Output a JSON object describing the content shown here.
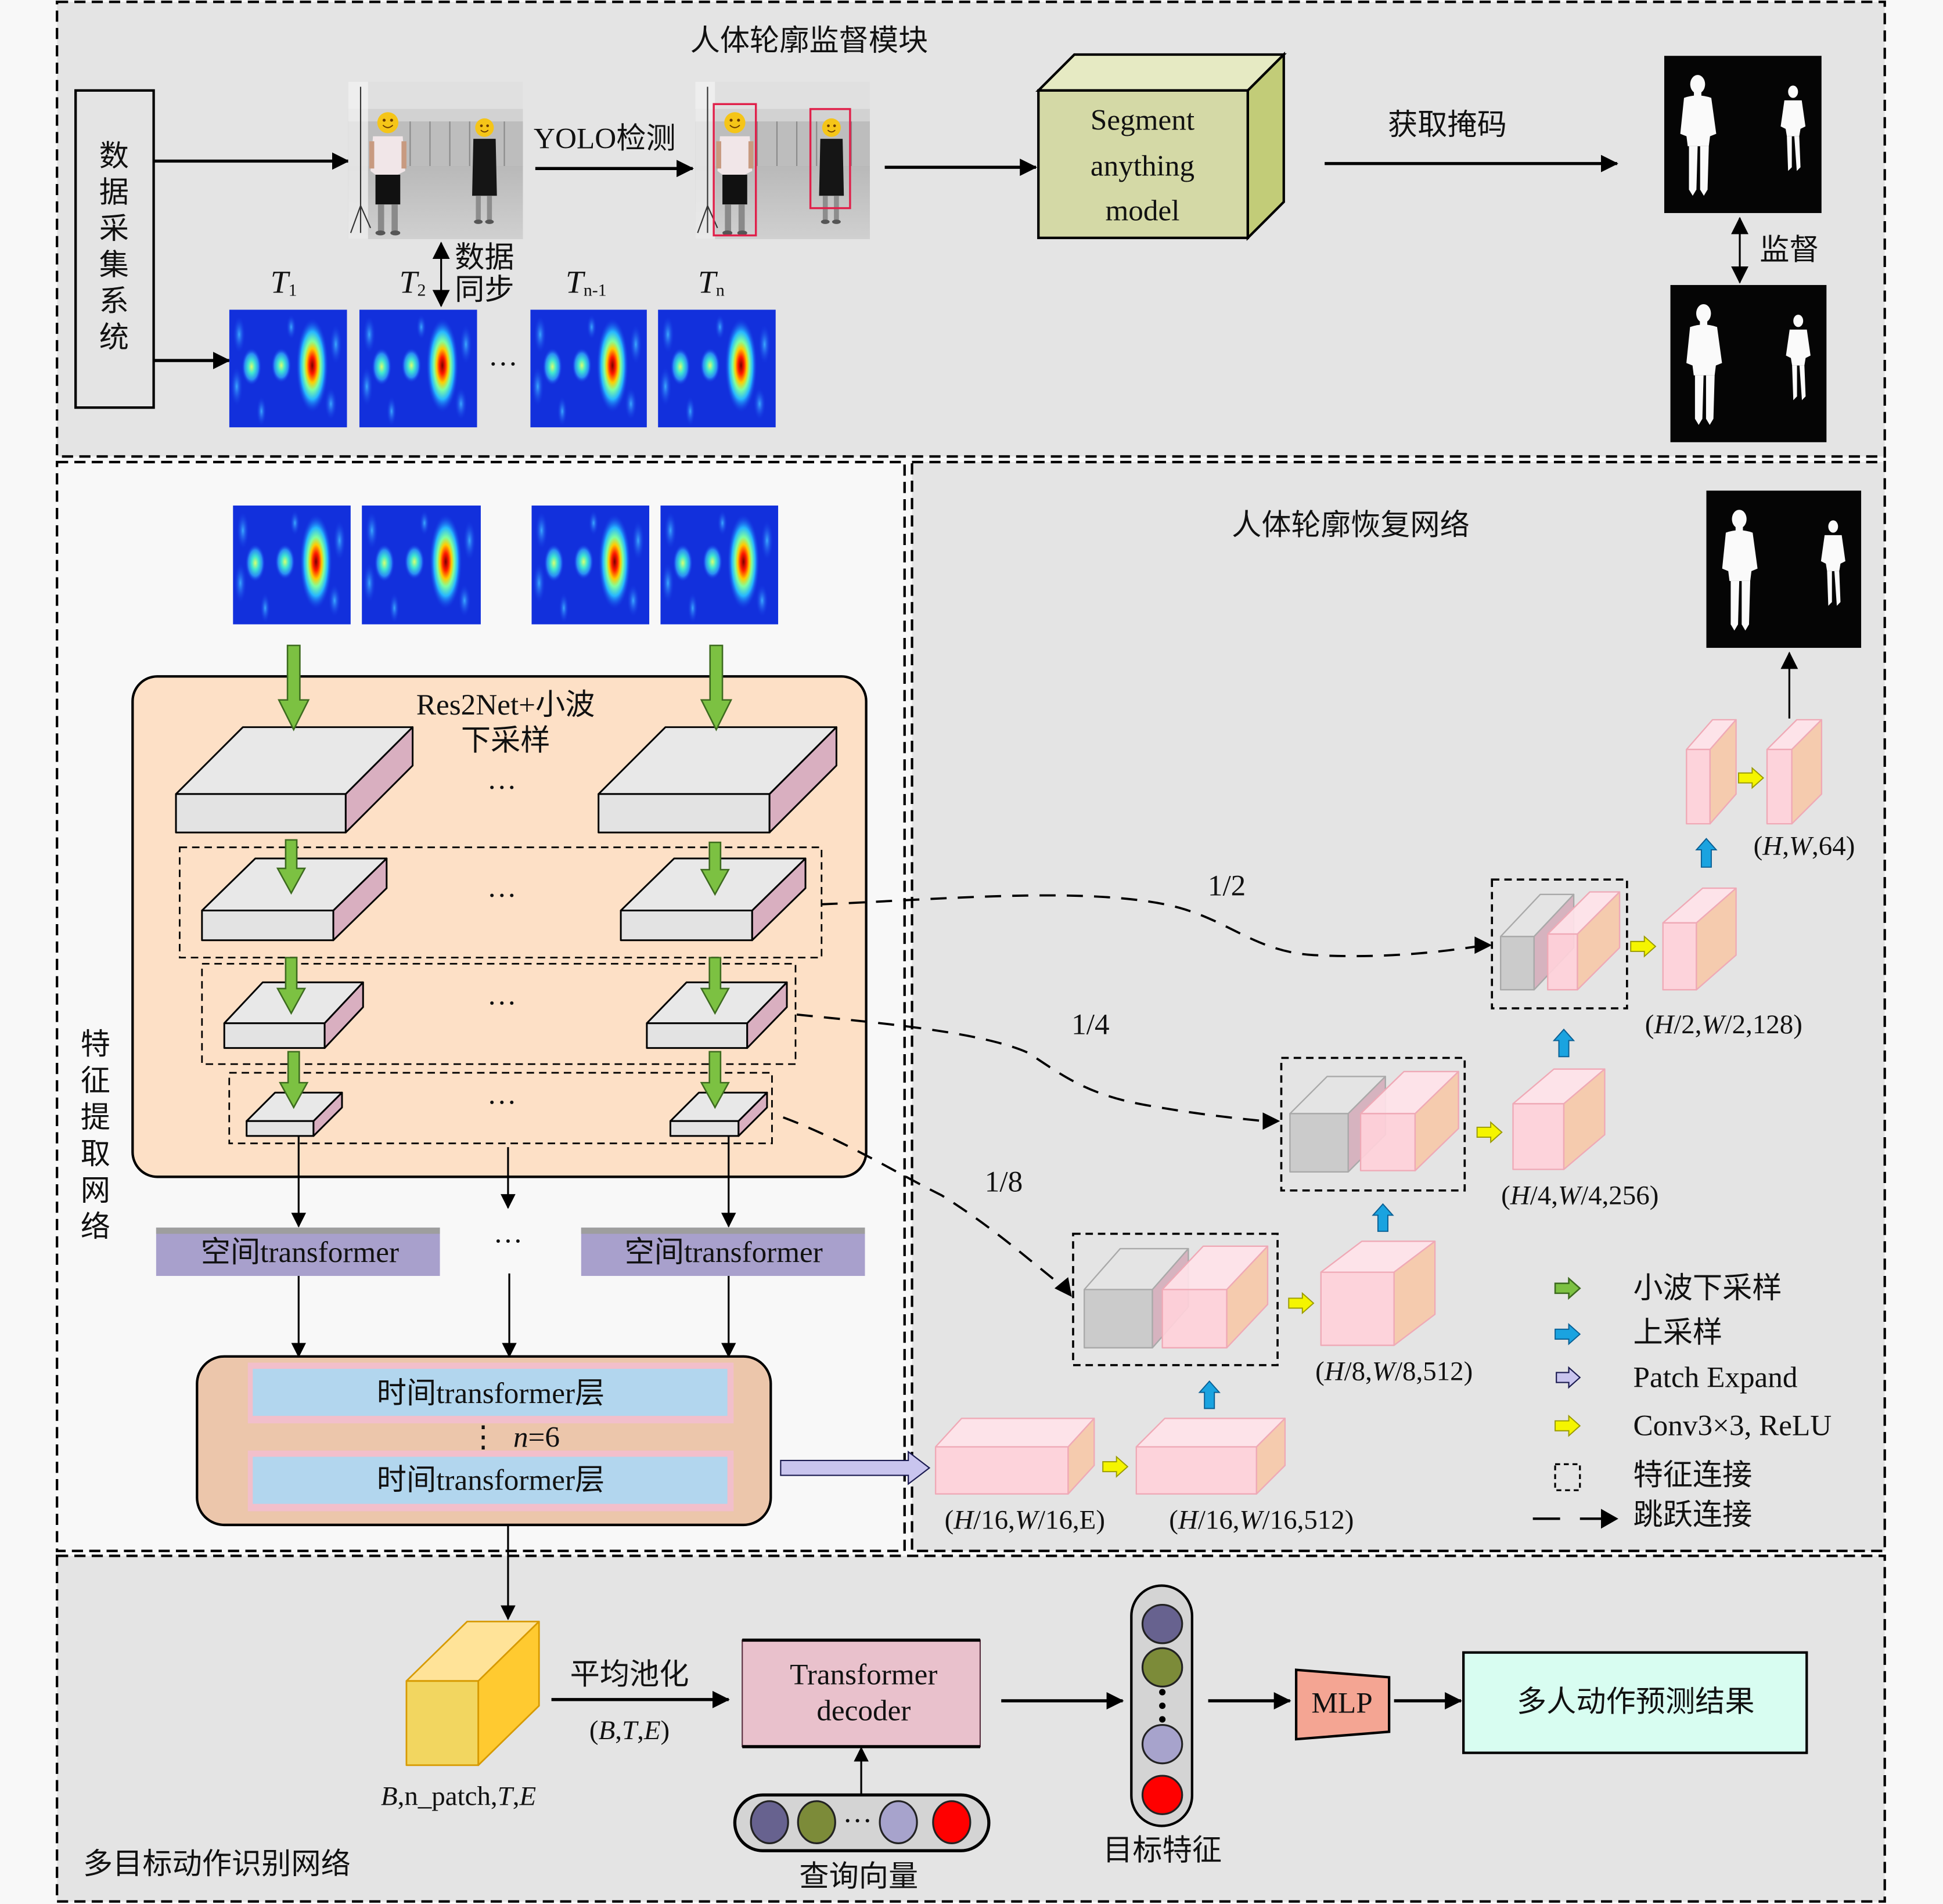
{
  "supervision_module": {
    "title": "人体轮廓监督模块",
    "data_collection_system": "数据采集系统",
    "yolo_detection_label": "YOLO检测",
    "sam_lines": [
      "Segment",
      "anything",
      "model"
    ],
    "get_mask_label": "获取掩码",
    "supervise_label": "监督",
    "sync_lines": [
      "数据",
      "同步"
    ],
    "radar_frames": [
      {
        "base": "T",
        "sub": "1"
      },
      {
        "base": "T",
        "sub": "2"
      },
      {
        "base": "T",
        "sub": "n-1"
      },
      {
        "base": "T",
        "sub": "n"
      }
    ],
    "ellipsis": "···",
    "bbox_color": "#e0204a"
  },
  "feature_extraction_network": {
    "title": "特征提取网络",
    "backbone_lines": [
      "Res2Net+小波",
      "下采样"
    ],
    "spatial_transformer_label": "空间transformer",
    "temporal_layer_label": "时间transformer层",
    "vertical_ellipsis": "⋮",
    "layer_repeat_label": "n=6",
    "ellipsis": "···"
  },
  "contour_recovery_network": {
    "title": "人体轮廓恢复网络",
    "skip_ratios": [
      "1/2",
      "1/4",
      "1/8"
    ],
    "feature_shapes": {
      "bottleneck_embed": "(H/16,W/16,E)",
      "bottleneck_conv": "(H/16,W/16,512)",
      "stage_1_8": "(H/8,W/8,512)",
      "stage_1_4": "(H/4,W/4,256)",
      "stage_1_2": "(H/2,W/2,128)",
      "stage_full": "(H,W,64)"
    },
    "legend": [
      {
        "icon": "green-arrow",
        "label": "小波下采样",
        "color": "#7cc142"
      },
      {
        "icon": "blue-arrow",
        "label": "上采样",
        "color": "#1aa3e0"
      },
      {
        "icon": "lavender-arrow",
        "label": "Patch Expand",
        "color": "#c9c5ee"
      },
      {
        "icon": "yellow-arrow",
        "label": "Conv3×3, ReLU",
        "color": "#f5f500"
      },
      {
        "icon": "dashed-square",
        "label": "特征连接"
      },
      {
        "icon": "dashed-arrow",
        "label": "跳跃连接"
      }
    ]
  },
  "action_recognition_network": {
    "title": "多目标动作识别网络",
    "feature_tensor_label": "B,n_patch,T,E",
    "pooling_label": "平均池化",
    "pooled_shape_label": "(B,T,E)",
    "decoder_lines": [
      "Transformer",
      "decoder"
    ],
    "query_label": "查询向量",
    "query_colors": [
      "#67628f",
      "#7c8b39",
      "#a7a3cc",
      "#ff0000"
    ],
    "target_feature_label": "目标特征",
    "target_colors": [
      "#67628f",
      "#7c8b39",
      "#a7a3cc",
      "#ff0000"
    ],
    "mlp_label": "MLP",
    "result_label": "多人动作预测结果",
    "ellipsis": "···"
  }
}
